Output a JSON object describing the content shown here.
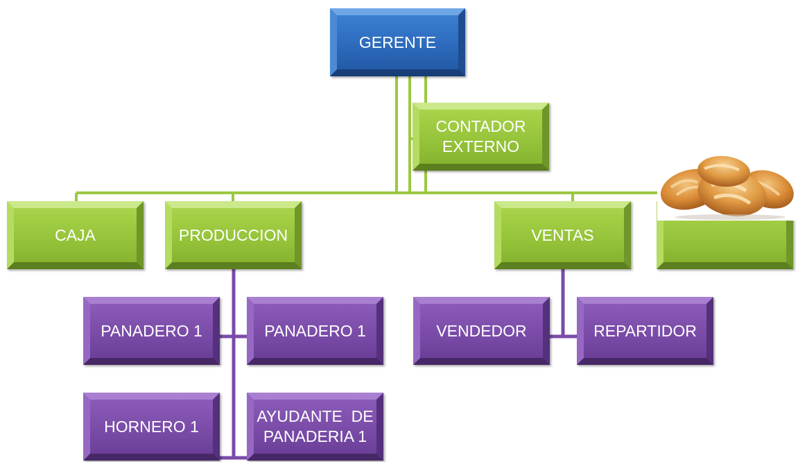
{
  "org_chart": {
    "nodes": {
      "gerente": "GERENTE",
      "contador": "CONTADOR EXTERNO",
      "caja": "CAJA",
      "produccion": "PRODUCCION",
      "ventas": "VENTAS",
      "extra": "",
      "panadero_a": "PANADERO 1",
      "panadero_b": "PANADERO 1",
      "hornero": "HORNERO 1",
      "ayudante": "AYUDANTE  DE PANADERIA 1",
      "vendedor": "VENDEDOR",
      "repartidor": "REPARTIDOR"
    },
    "hierarchy": [
      {
        "parent": "GERENTE",
        "child": "CONTADOR EXTERNO"
      },
      {
        "parent": "GERENTE",
        "child": "CAJA"
      },
      {
        "parent": "GERENTE",
        "child": "PRODUCCION"
      },
      {
        "parent": "GERENTE",
        "child": "VENTAS"
      },
      {
        "parent": "PRODUCCION",
        "child": "PANADERO 1"
      },
      {
        "parent": "PRODUCCION",
        "child": "PANADERO 1"
      },
      {
        "parent": "PRODUCCION",
        "child": "HORNERO 1"
      },
      {
        "parent": "PRODUCCION",
        "child": "AYUDANTE  DE PANADERIA 1"
      },
      {
        "parent": "VENTAS",
        "child": "VENDEDOR"
      },
      {
        "parent": "VENTAS",
        "child": "REPARTIDOR"
      }
    ],
    "picture": "bread-rolls-image"
  },
  "colors": {
    "top_level": "#2d6bbd",
    "second_level": "#96c43a",
    "third_level": "#7a4ca8",
    "connector_green": "#9bc940",
    "connector_purple": "#7a4ca8"
  }
}
